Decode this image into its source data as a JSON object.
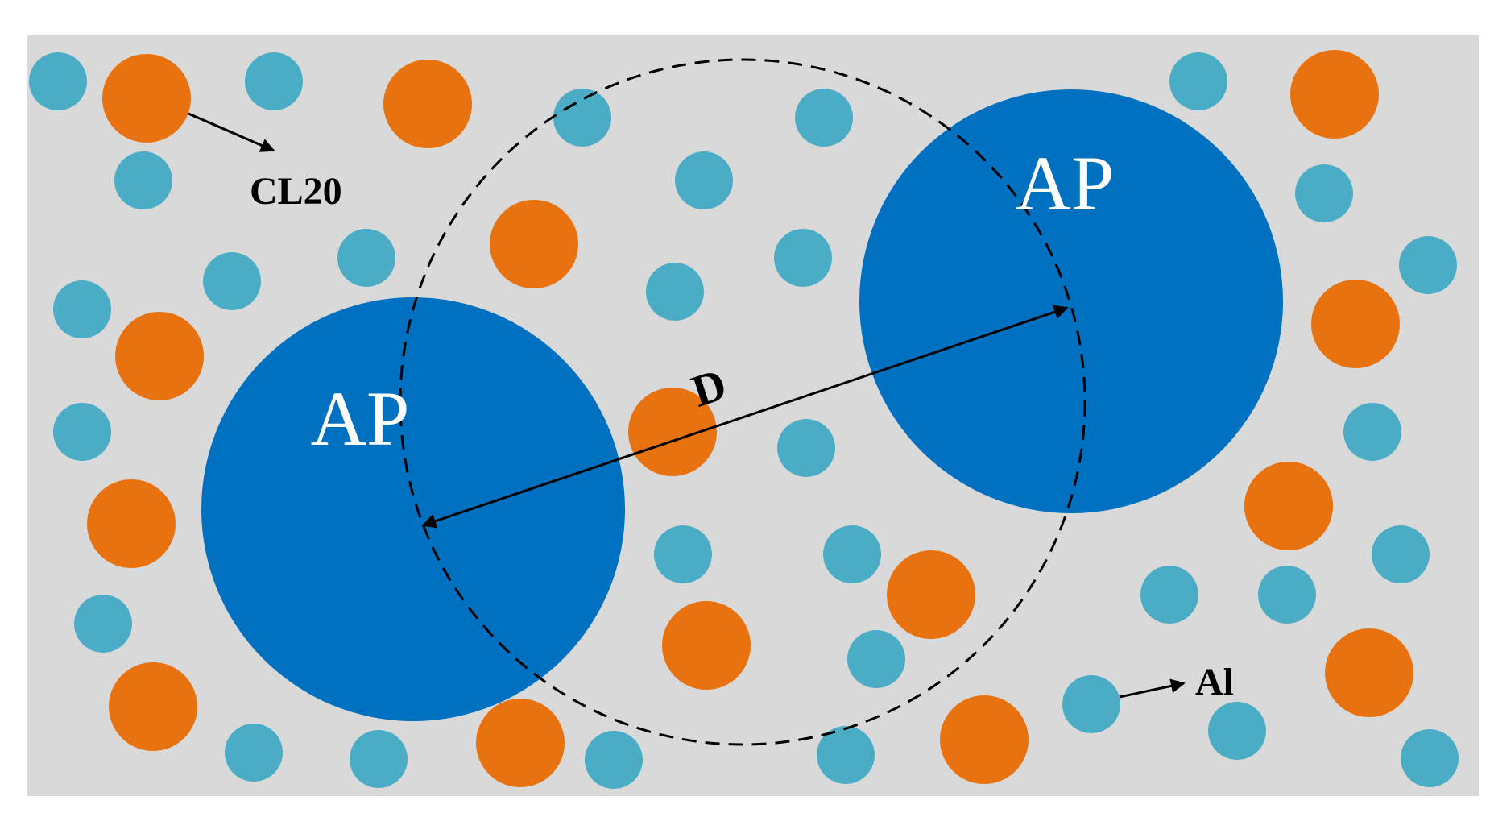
{
  "labels": {
    "ap_left": "AP",
    "ap_right": "AP",
    "cl20": "CL20",
    "al": "Al",
    "distance": "D"
  },
  "colors": {
    "background": "#d9d9d9",
    "al_particle": "#4bacc6",
    "cl20_particle": "#e8720f",
    "ap_particle": "#0070c0"
  }
}
